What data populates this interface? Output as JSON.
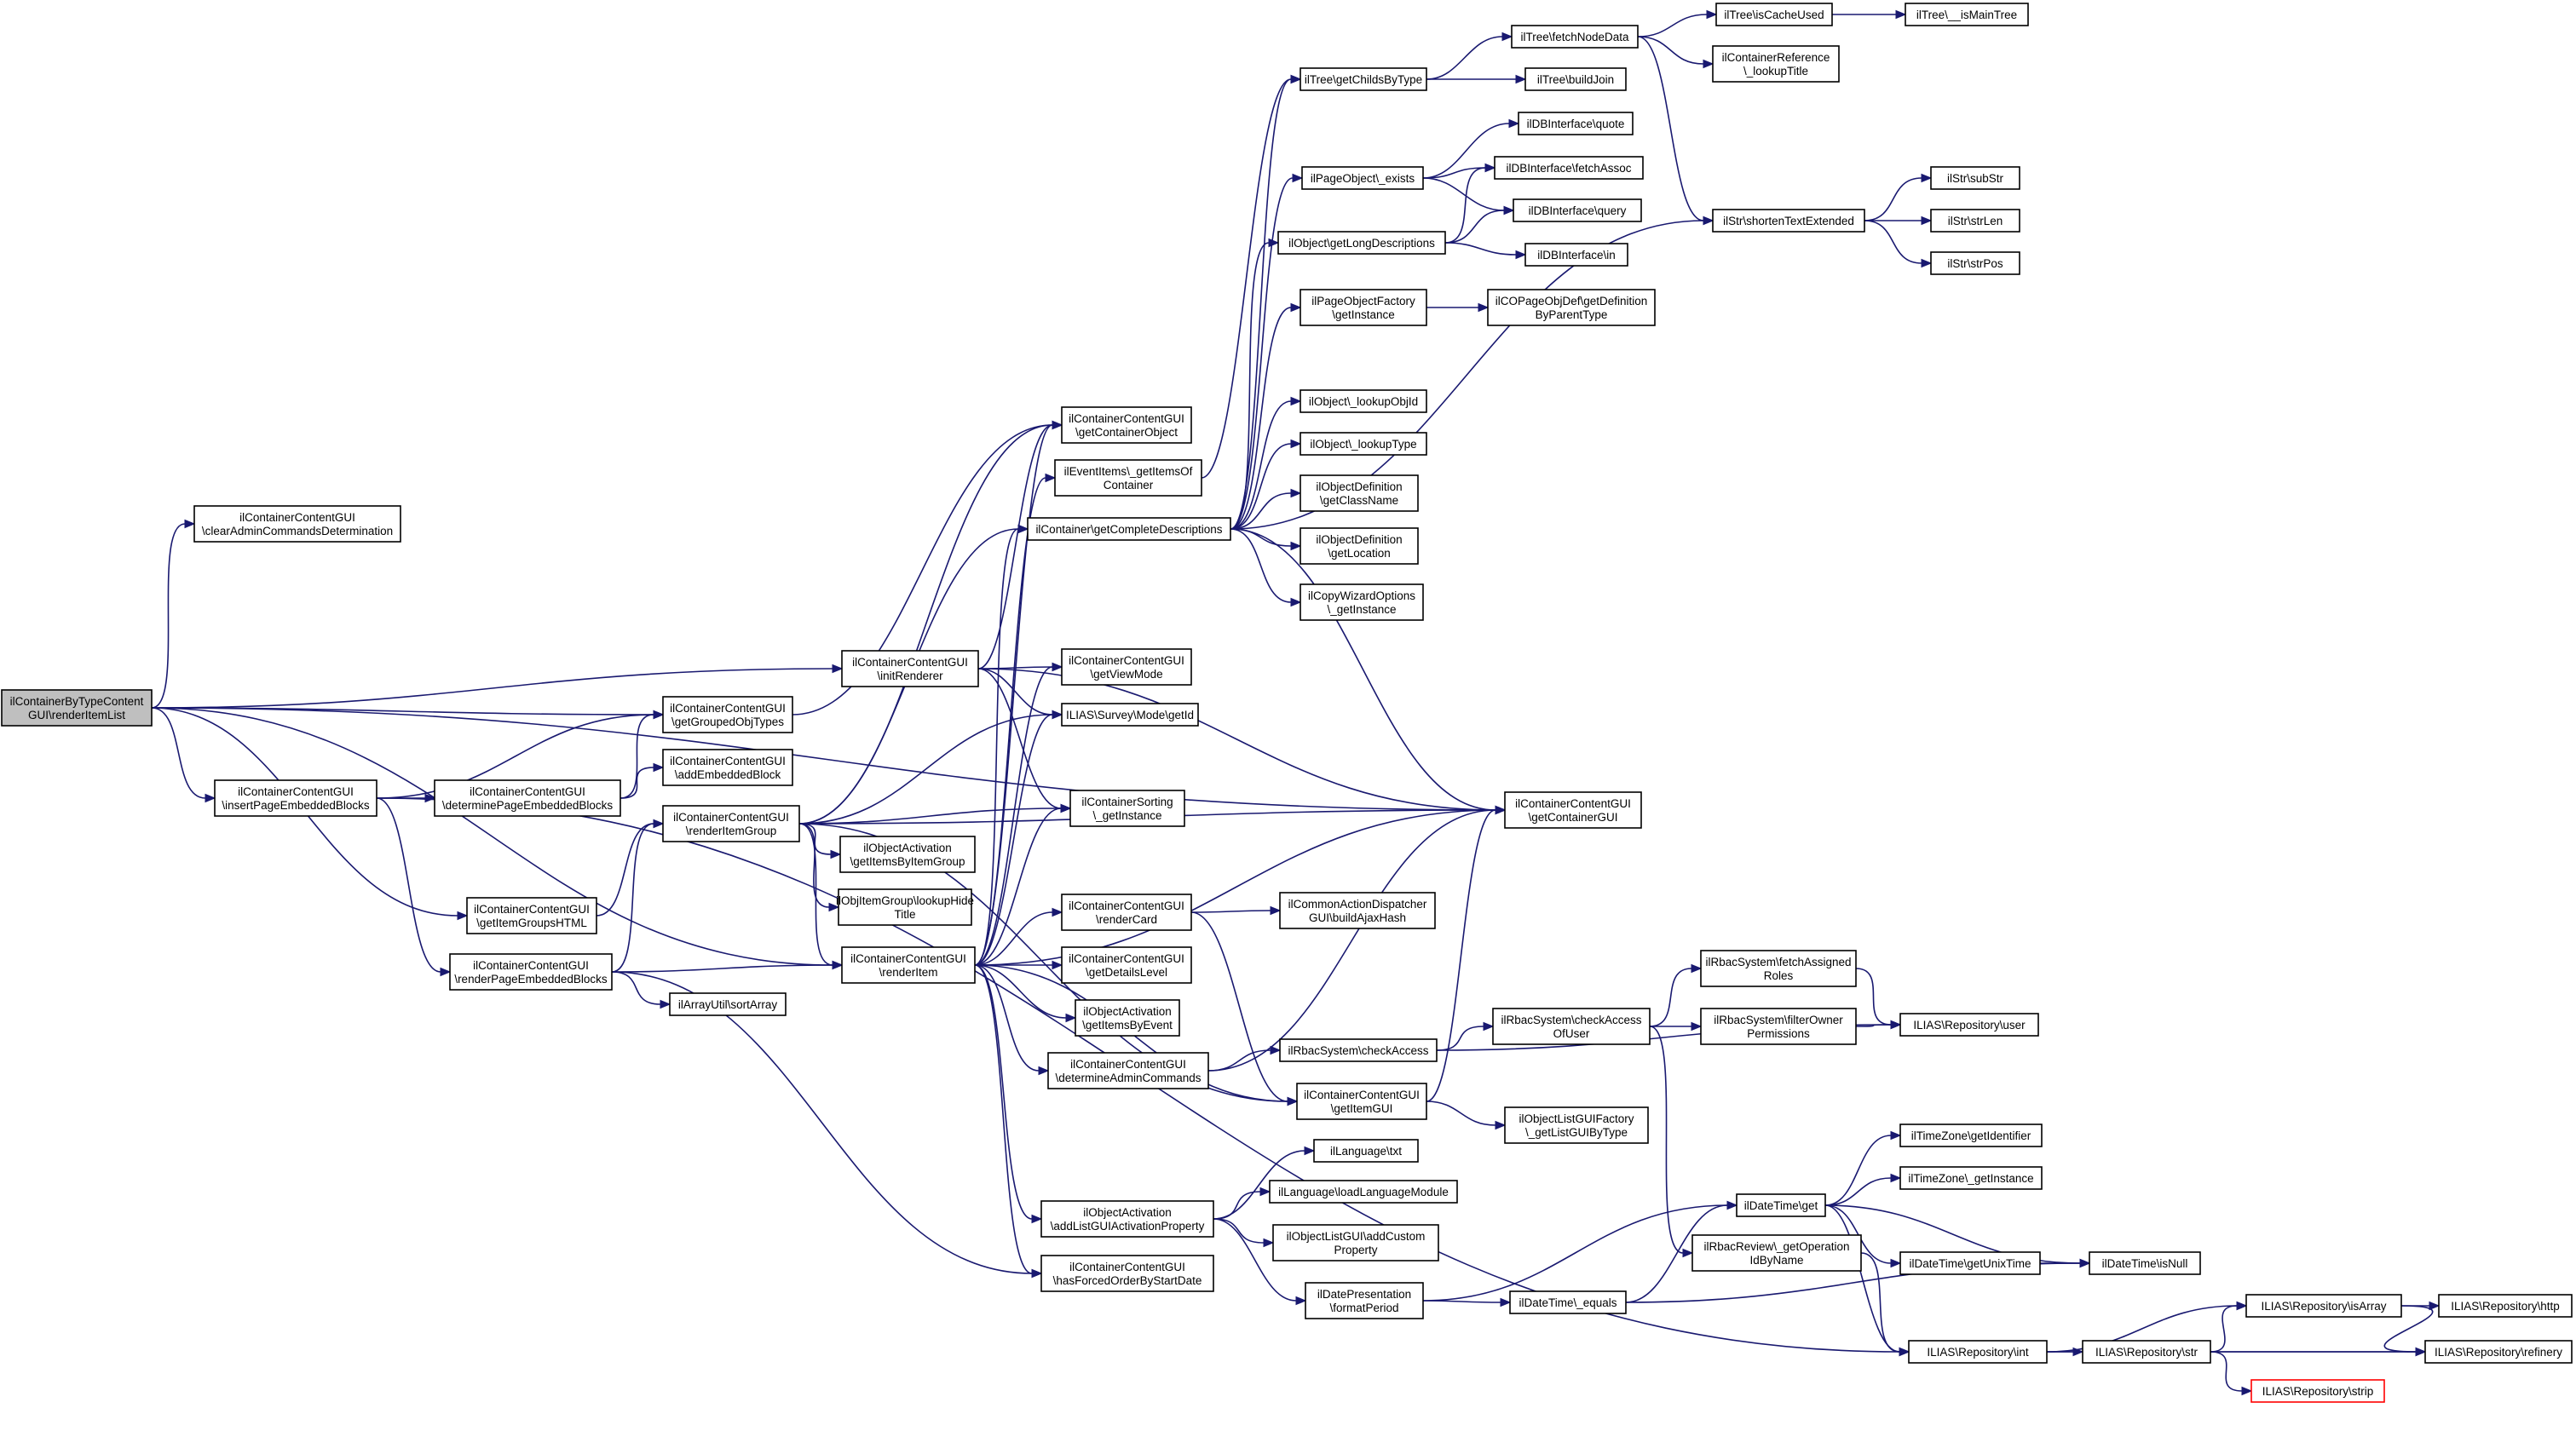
{
  "edge_color": "#191970",
  "root_fill": "#bfbfbf",
  "nodes": [
    {
      "id": "root",
      "lines": [
        "ilContainerByTypeContent",
        "GUI\\renderItemList"
      ],
      "style": "root"
    },
    {
      "id": "clear",
      "lines": [
        "ilContainerContentGUI",
        "\\clearAdminCommandsDetermination"
      ]
    },
    {
      "id": "insertPEB",
      "lines": [
        "ilContainerContentGUI",
        "\\insertPageEmbeddedBlocks"
      ]
    },
    {
      "id": "getGrouped",
      "lines": [
        "ilContainerContentGUI",
        "\\getGroupedObjTypes"
      ]
    },
    {
      "id": "initRenderer",
      "lines": [
        "ilContainerContentGUI",
        "\\initRenderer"
      ]
    },
    {
      "id": "determinePEB",
      "lines": [
        "ilContainerContentGUI",
        "\\determinePageEmbeddedBlocks"
      ]
    },
    {
      "id": "addEmbedded",
      "lines": [
        "ilContainerContentGUI",
        "\\addEmbeddedBlock"
      ]
    },
    {
      "id": "renderGroup",
      "lines": [
        "ilContainerContentGUI",
        "\\renderItemGroup"
      ]
    },
    {
      "id": "getItemGroupsHTML",
      "lines": [
        "ilContainerContentGUI",
        "\\getItemGroupsHTML"
      ]
    },
    {
      "id": "renderPEB",
      "lines": [
        "ilContainerContentGUI",
        "\\renderPageEmbeddedBlocks"
      ]
    },
    {
      "id": "sortArray",
      "lines": [
        "ilArrayUtil\\sortArray"
      ]
    },
    {
      "id": "getContainerObject",
      "lines": [
        "ilContainerContentGUI",
        "\\getContainerObject"
      ]
    },
    {
      "id": "eventItems",
      "lines": [
        "ilEventItems\\_getItemsOf",
        "Container"
      ]
    },
    {
      "id": "completeDesc",
      "lines": [
        "ilContainer\\getCompleteDescriptions"
      ]
    },
    {
      "id": "getViewMode",
      "lines": [
        "ilContainerContentGUI",
        "\\getViewMode"
      ]
    },
    {
      "id": "surveyMode",
      "lines": [
        "ILIAS\\Survey\\Mode\\getId"
      ]
    },
    {
      "id": "sorting",
      "lines": [
        "ilContainerSorting",
        "\\_getInstance"
      ]
    },
    {
      "id": "objActGroup",
      "lines": [
        "ilObjectActivation",
        "\\getItemsByItemGroup"
      ]
    },
    {
      "id": "lookupHide",
      "lines": [
        "ilObjItemGroup\\lookupHide",
        "Title"
      ]
    },
    {
      "id": "renderItem",
      "lines": [
        "ilContainerContentGUI",
        "\\renderItem"
      ]
    },
    {
      "id": "renderCard",
      "lines": [
        "ilContainerContentGUI",
        "\\renderCard"
      ]
    },
    {
      "id": "detailsLevel",
      "lines": [
        "ilContainerContentGUI",
        "\\getDetailsLevel"
      ]
    },
    {
      "id": "objActEvent",
      "lines": [
        "ilObjectActivation",
        "\\getItemsByEvent"
      ]
    },
    {
      "id": "determineAdmin",
      "lines": [
        "ilContainerContentGUI",
        "\\determineAdminCommands"
      ]
    },
    {
      "id": "addListGUI",
      "lines": [
        "ilObjectActivation",
        "\\addListGUIActivationProperty"
      ]
    },
    {
      "id": "forcedOrder",
      "lines": [
        "ilContainerContentGUI",
        "\\hasForcedOrderByStartDate"
      ]
    },
    {
      "id": "getChilds",
      "lines": [
        "ilTree\\getChildsByType"
      ]
    },
    {
      "id": "fetchNode",
      "lines": [
        "ilTree\\fetchNodeData"
      ]
    },
    {
      "id": "isCacheUsed",
      "lines": [
        "ilTree\\isCacheUsed"
      ]
    },
    {
      "id": "isMainTree",
      "lines": [
        "ilTree\\__isMainTree"
      ]
    },
    {
      "id": "containerRef",
      "lines": [
        "ilContainerReference",
        "\\_lookupTitle"
      ]
    },
    {
      "id": "buildJoin",
      "lines": [
        "ilTree\\buildJoin"
      ]
    },
    {
      "id": "quote",
      "lines": [
        "ilDBInterface\\quote"
      ]
    },
    {
      "id": "pageExists",
      "lines": [
        "ilPageObject\\_exists"
      ]
    },
    {
      "id": "fetchAssoc",
      "lines": [
        "ilDBInterface\\fetchAssoc"
      ]
    },
    {
      "id": "query",
      "lines": [
        "ilDBInterface\\query"
      ]
    },
    {
      "id": "longDesc",
      "lines": [
        "ilObject\\getLongDescriptions"
      ]
    },
    {
      "id": "dbIn",
      "lines": [
        "ilDBInterface\\in"
      ]
    },
    {
      "id": "pageFactory",
      "lines": [
        "ilPageObjectFactory",
        "\\getInstance"
      ]
    },
    {
      "id": "copageDef",
      "lines": [
        "ilCOPageObjDef\\getDefinition",
        "ByParentType"
      ]
    },
    {
      "id": "shorten",
      "lines": [
        "ilStr\\shortenTextExtended"
      ]
    },
    {
      "id": "subStr",
      "lines": [
        "ilStr\\subStr"
      ]
    },
    {
      "id": "strLen",
      "lines": [
        "ilStr\\strLen"
      ]
    },
    {
      "id": "strPos",
      "lines": [
        "ilStr\\strPos"
      ]
    },
    {
      "id": "lookupObjId",
      "lines": [
        "ilObject\\_lookupObjId"
      ]
    },
    {
      "id": "lookupType",
      "lines": [
        "ilObject\\_lookupType"
      ]
    },
    {
      "id": "getClassName",
      "lines": [
        "ilObjectDefinition",
        "\\getClassName"
      ]
    },
    {
      "id": "getLocation",
      "lines": [
        "ilObjectDefinition",
        "\\getLocation"
      ]
    },
    {
      "id": "copyWizard",
      "lines": [
        "ilCopyWizardOptions",
        "\\_getInstance"
      ]
    },
    {
      "id": "getContainerGUI",
      "lines": [
        "ilContainerContentGUI",
        "\\getContainerGUI"
      ]
    },
    {
      "id": "ajaxHash",
      "lines": [
        "ilCommonActionDispatcher",
        "GUI\\buildAjaxHash"
      ]
    },
    {
      "id": "checkAccess",
      "lines": [
        "ilRbacSystem\\checkAccess"
      ]
    },
    {
      "id": "checkAccessOf",
      "lines": [
        "ilRbacSystem\\checkAccess",
        "OfUser"
      ]
    },
    {
      "id": "fetchAssigned",
      "lines": [
        "ilRbacSystem\\fetchAssigned",
        "Roles"
      ]
    },
    {
      "id": "filterOwner",
      "lines": [
        "ilRbacSystem\\filterOwner",
        "Permissions"
      ]
    },
    {
      "id": "repoUser",
      "lines": [
        "ILIAS\\Repository\\user"
      ]
    },
    {
      "id": "getItemGUI",
      "lines": [
        "ilContainerContentGUI",
        "\\getItemGUI"
      ]
    },
    {
      "id": "listFactory",
      "lines": [
        "ilObjectListGUIFactory",
        "\\_getListGUIByType"
      ]
    },
    {
      "id": "txt",
      "lines": [
        "ilLanguage\\txt"
      ]
    },
    {
      "id": "loadLang",
      "lines": [
        "ilLanguage\\loadLanguageModule"
      ]
    },
    {
      "id": "addCustom",
      "lines": [
        "ilObjectListGUI\\addCustom",
        "Property"
      ]
    },
    {
      "id": "formatPeriod",
      "lines": [
        "ilDatePresentation",
        "\\formatPeriod"
      ]
    },
    {
      "id": "tzId",
      "lines": [
        "ilTimeZone\\getIdentifier"
      ]
    },
    {
      "id": "tzInst",
      "lines": [
        "ilTimeZone\\_getInstance"
      ]
    },
    {
      "id": "dtGet",
      "lines": [
        "ilDateTime\\get"
      ]
    },
    {
      "id": "reviewOp",
      "lines": [
        "ilRbacReview\\_getOperation",
        "IdByName"
      ]
    },
    {
      "id": "unixTime",
      "lines": [
        "ilDateTime\\getUnixTime"
      ]
    },
    {
      "id": "isNull",
      "lines": [
        "ilDateTime\\isNull"
      ]
    },
    {
      "id": "dtEquals",
      "lines": [
        "ilDateTime\\_equals"
      ]
    },
    {
      "id": "repoInt",
      "lines": [
        "ILIAS\\Repository\\int"
      ]
    },
    {
      "id": "repoIsArray",
      "lines": [
        "ILIAS\\Repository\\isArray"
      ]
    },
    {
      "id": "repoHttp",
      "lines": [
        "ILIAS\\Repository\\http"
      ]
    },
    {
      "id": "repoStr",
      "lines": [
        "ILIAS\\Repository\\str"
      ]
    },
    {
      "id": "repoRefinery",
      "lines": [
        "ILIAS\\Repository\\refinery"
      ]
    },
    {
      "id": "repoStrip",
      "lines": [
        "ILIAS\\Repository\\strip"
      ],
      "style": "red"
    }
  ],
  "edges": [
    [
      "root",
      "clear"
    ],
    [
      "root",
      "insertPEB"
    ],
    [
      "root",
      "getGrouped"
    ],
    [
      "root",
      "initRenderer"
    ],
    [
      "root",
      "getContainerGUI"
    ],
    [
      "root",
      "getItemGroupsHTML"
    ],
    [
      "root",
      "renderItem"
    ],
    [
      "insertPEB",
      "getGrouped"
    ],
    [
      "insertPEB",
      "determinePEB"
    ],
    [
      "insertPEB",
      "renderPEB"
    ],
    [
      "insertPEB",
      "repoInt"
    ],
    [
      "determinePEB",
      "getGrouped"
    ],
    [
      "determinePEB",
      "addEmbedded"
    ],
    [
      "getGrouped",
      "getContainerObject"
    ],
    [
      "initRenderer",
      "getContainerObject"
    ],
    [
      "initRenderer",
      "getViewMode"
    ],
    [
      "initRenderer",
      "surveyMode"
    ],
    [
      "initRenderer",
      "sorting"
    ],
    [
      "initRenderer",
      "getContainerGUI"
    ],
    [
      "getItemGroupsHTML",
      "renderGroup"
    ],
    [
      "renderPEB",
      "renderGroup"
    ],
    [
      "renderPEB",
      "renderItem"
    ],
    [
      "renderPEB",
      "sortArray"
    ],
    [
      "renderPEB",
      "forcedOrder"
    ],
    [
      "renderGroup",
      "getContainerObject"
    ],
    [
      "renderGroup",
      "completeDesc"
    ],
    [
      "renderGroup",
      "surveyMode"
    ],
    [
      "renderGroup",
      "sorting"
    ],
    [
      "renderGroup",
      "getContainerGUI"
    ],
    [
      "renderGroup",
      "objActGroup"
    ],
    [
      "renderGroup",
      "lookupHide"
    ],
    [
      "renderGroup",
      "renderItem"
    ],
    [
      "renderGroup",
      "getItemGUI"
    ],
    [
      "renderItem",
      "getContainerObject"
    ],
    [
      "renderItem",
      "eventItems"
    ],
    [
      "renderItem",
      "completeDesc"
    ],
    [
      "renderItem",
      "getViewMode"
    ],
    [
      "renderItem",
      "surveyMode"
    ],
    [
      "renderItem",
      "sorting"
    ],
    [
      "renderItem",
      "getContainerGUI"
    ],
    [
      "renderItem",
      "renderCard"
    ],
    [
      "renderItem",
      "detailsLevel"
    ],
    [
      "renderItem",
      "objActEvent"
    ],
    [
      "renderItem",
      "determineAdmin"
    ],
    [
      "renderItem",
      "getItemGUI"
    ],
    [
      "renderItem",
      "addListGUI"
    ],
    [
      "renderItem",
      "forcedOrder"
    ],
    [
      "eventItems",
      "getChilds"
    ],
    [
      "completeDesc",
      "getChilds"
    ],
    [
      "completeDesc",
      "pageExists"
    ],
    [
      "completeDesc",
      "longDesc"
    ],
    [
      "completeDesc",
      "pageFactory"
    ],
    [
      "completeDesc",
      "shorten"
    ],
    [
      "completeDesc",
      "lookupObjId"
    ],
    [
      "completeDesc",
      "lookupType"
    ],
    [
      "completeDesc",
      "getClassName"
    ],
    [
      "completeDesc",
      "getLocation"
    ],
    [
      "completeDesc",
      "copyWizard"
    ],
    [
      "completeDesc",
      "getContainerGUI"
    ],
    [
      "getChilds",
      "fetchNode"
    ],
    [
      "getChilds",
      "buildJoin"
    ],
    [
      "fetchNode",
      "isCacheUsed"
    ],
    [
      "fetchNode",
      "containerRef"
    ],
    [
      "fetchNode",
      "shorten"
    ],
    [
      "isCacheUsed",
      "isMainTree"
    ],
    [
      "pageExists",
      "quote"
    ],
    [
      "pageExists",
      "fetchAssoc"
    ],
    [
      "pageExists",
      "query"
    ],
    [
      "longDesc",
      "fetchAssoc"
    ],
    [
      "longDesc",
      "query"
    ],
    [
      "longDesc",
      "dbIn"
    ],
    [
      "pageFactory",
      "copageDef"
    ],
    [
      "shorten",
      "subStr"
    ],
    [
      "shorten",
      "strLen"
    ],
    [
      "shorten",
      "strPos"
    ],
    [
      "renderCard",
      "ajaxHash"
    ],
    [
      "renderCard",
      "getItemGUI"
    ],
    [
      "determineAdmin",
      "getContainerGUI"
    ],
    [
      "determineAdmin",
      "checkAccess"
    ],
    [
      "checkAccess",
      "checkAccessOf"
    ],
    [
      "checkAccess",
      "repoUser"
    ],
    [
      "checkAccessOf",
      "fetchAssigned"
    ],
    [
      "checkAccessOf",
      "filterOwner"
    ],
    [
      "checkAccessOf",
      "reviewOp"
    ],
    [
      "fetchAssigned",
      "repoUser"
    ],
    [
      "filterOwner",
      "repoUser"
    ],
    [
      "getItemGUI",
      "getContainerGUI"
    ],
    [
      "getItemGUI",
      "listFactory"
    ],
    [
      "addListGUI",
      "txt"
    ],
    [
      "addListGUI",
      "loadLang"
    ],
    [
      "addListGUI",
      "addCustom"
    ],
    [
      "addListGUI",
      "formatPeriod"
    ],
    [
      "formatPeriod",
      "dtGet"
    ],
    [
      "formatPeriod",
      "dtEquals"
    ],
    [
      "dtEquals",
      "dtGet"
    ],
    [
      "dtEquals",
      "isNull"
    ],
    [
      "dtGet",
      "tzId"
    ],
    [
      "dtGet",
      "tzInst"
    ],
    [
      "dtGet",
      "unixTime"
    ],
    [
      "dtGet",
      "isNull"
    ],
    [
      "dtGet",
      "repoInt"
    ],
    [
      "unixTime",
      "isNull"
    ],
    [
      "reviewOp",
      "repoInt"
    ],
    [
      "repoInt",
      "repoIsArray"
    ],
    [
      "repoInt",
      "repoStr"
    ],
    [
      "repoInt",
      "repoRefinery"
    ],
    [
      "repoIsArray",
      "repoHttp"
    ],
    [
      "repoIsArray",
      "repoRefinery"
    ],
    [
      "repoStr",
      "repoIsArray"
    ],
    [
      "repoStr",
      "repoRefinery"
    ],
    [
      "repoStr",
      "repoStrip"
    ]
  ]
}
